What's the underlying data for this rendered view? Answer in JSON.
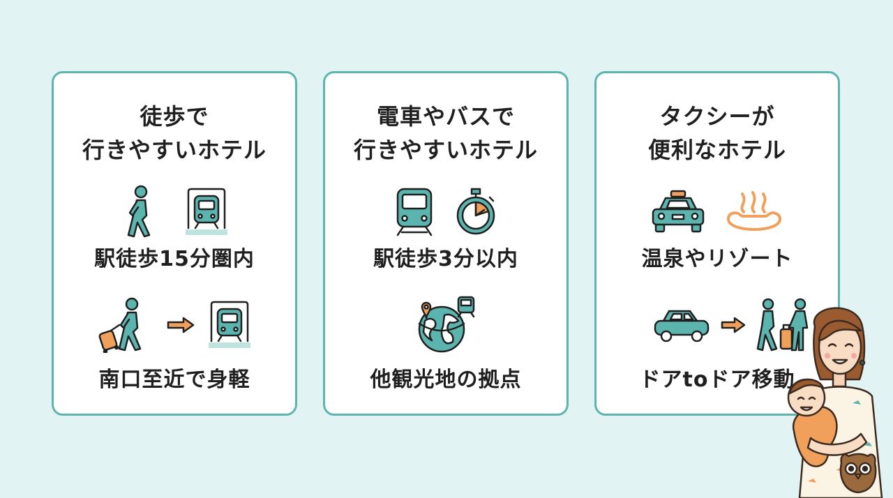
{
  "cards": [
    {
      "title_lines": [
        "徒歩で",
        "行きやすいホテル"
      ],
      "features": [
        {
          "label": "駅徒歩15分圏内",
          "icons": [
            "walking-person-icon",
            "train-platform-icon"
          ]
        },
        {
          "label": "南口至近で身軽",
          "icons": [
            "person-with-suitcase-icon",
            "arrow-right-icon",
            "train-platform-icon"
          ]
        }
      ]
    },
    {
      "title_lines": [
        "電車やバスで",
        "行きやすいホテル"
      ],
      "features": [
        {
          "label": "駅徒歩3分以内",
          "icons": [
            "train-icon",
            "stopwatch-icon"
          ]
        },
        {
          "label": "他観光地の拠点",
          "icons": [
            "globe-location-icon"
          ]
        }
      ]
    },
    {
      "title_lines": [
        "タクシーが",
        "便利なホテル"
      ],
      "features": [
        {
          "label": "温泉やリゾート",
          "icons": [
            "taxi-icon",
            "hot-spring-icon"
          ]
        },
        {
          "label": "ドアtoドア移動",
          "icons": [
            "car-icon",
            "arrow-right-icon",
            "travelers-icon"
          ]
        }
      ]
    }
  ],
  "colors": {
    "background": "#e2f3f4",
    "card_border": "#5bb4ae",
    "icon_teal": "#5bb4ae",
    "icon_orange": "#f0a05a",
    "text": "#1f1f1f"
  }
}
